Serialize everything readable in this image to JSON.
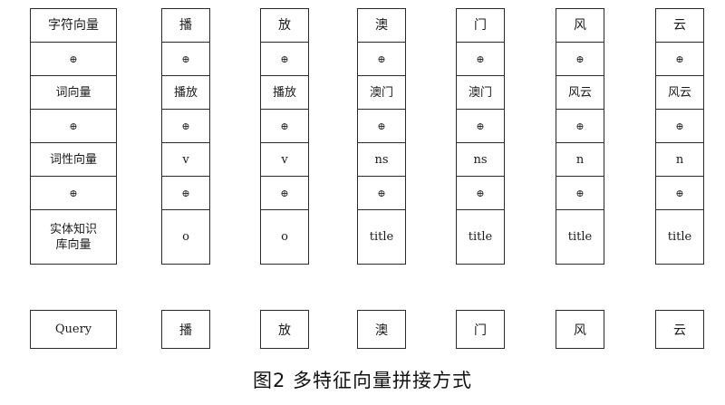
{
  "labels": {
    "char_vector": "字符向量",
    "op": "⊕",
    "word_vector": "词向量",
    "pos_vector": "词性向量",
    "kb_vector": "实体知识\n库向量"
  },
  "columns": [
    {
      "char": "播",
      "word": "播放",
      "pos": "v",
      "kb": "o"
    },
    {
      "char": "放",
      "word": "播放",
      "pos": "v",
      "kb": "o"
    },
    {
      "char": "澳",
      "word": "澳门",
      "pos": "ns",
      "kb": "title"
    },
    {
      "char": "门",
      "word": "澳门",
      "pos": "ns",
      "kb": "title"
    },
    {
      "char": "风",
      "word": "风云",
      "pos": "n",
      "kb": "title"
    },
    {
      "char": "云",
      "word": "风云",
      "pos": "n",
      "kb": "title"
    }
  ],
  "query": {
    "label": "Query",
    "chars": [
      "播",
      "放",
      "澳",
      "门",
      "风",
      "云"
    ]
  },
  "caption": "图2  多特征向量拼接方式"
}
